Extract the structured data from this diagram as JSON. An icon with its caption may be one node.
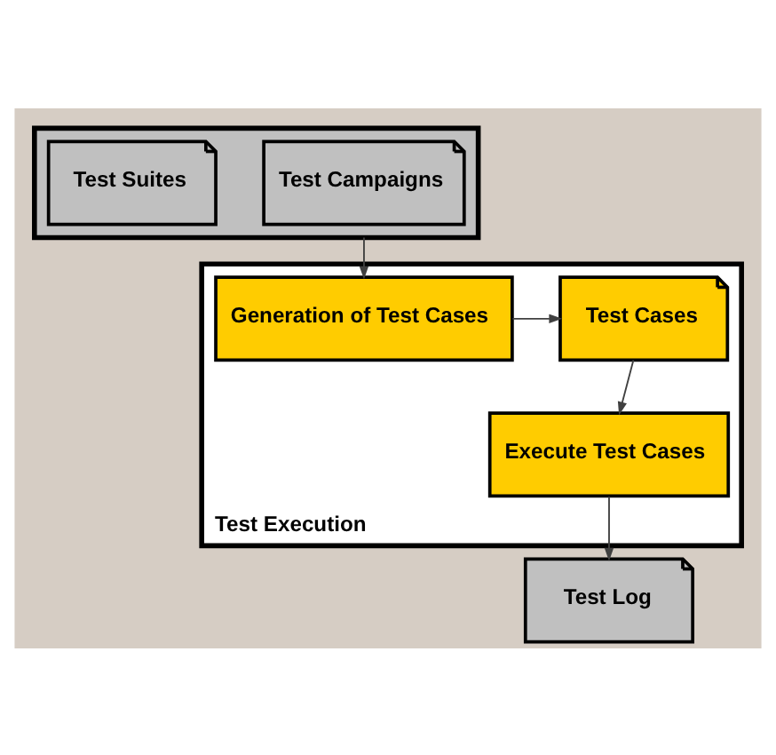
{
  "diagram": {
    "nodes": [
      {
        "text": [],
        "shape": "document"
      },
      {
        "text": [
          "Test Campaigns"
        ],
        "in": 0
      },
      {
        "text": [
          "Test Suites"
        ],
        "in": 0
      },
      {
        "text": [
          "Test Execution"
        ]
      },
      {
        "text": [
          "Generation of Test Cases"
        ],
        "in": 3
      },
      {
        "text": [
          "Test Cases"
        ],
        "in": 3
      },
      {
        "text": [
          "Execute Test Cases"
        ],
        "in": 3
      },
      {
        "text": [
          "Test Log"
        ]
      }
    ],
    "edges": [
      {
        "from": 0,
        "to": 4,
        "arrow": "to"
      },
      {
        "from": 4,
        "to": 5,
        "arrow": "to"
      },
      {
        "from": 5,
        "to": 6,
        "arrow": "to"
      },
      {
        "from": 6,
        "to": 7,
        "arrow": "to"
      }
    ]
  }
}
